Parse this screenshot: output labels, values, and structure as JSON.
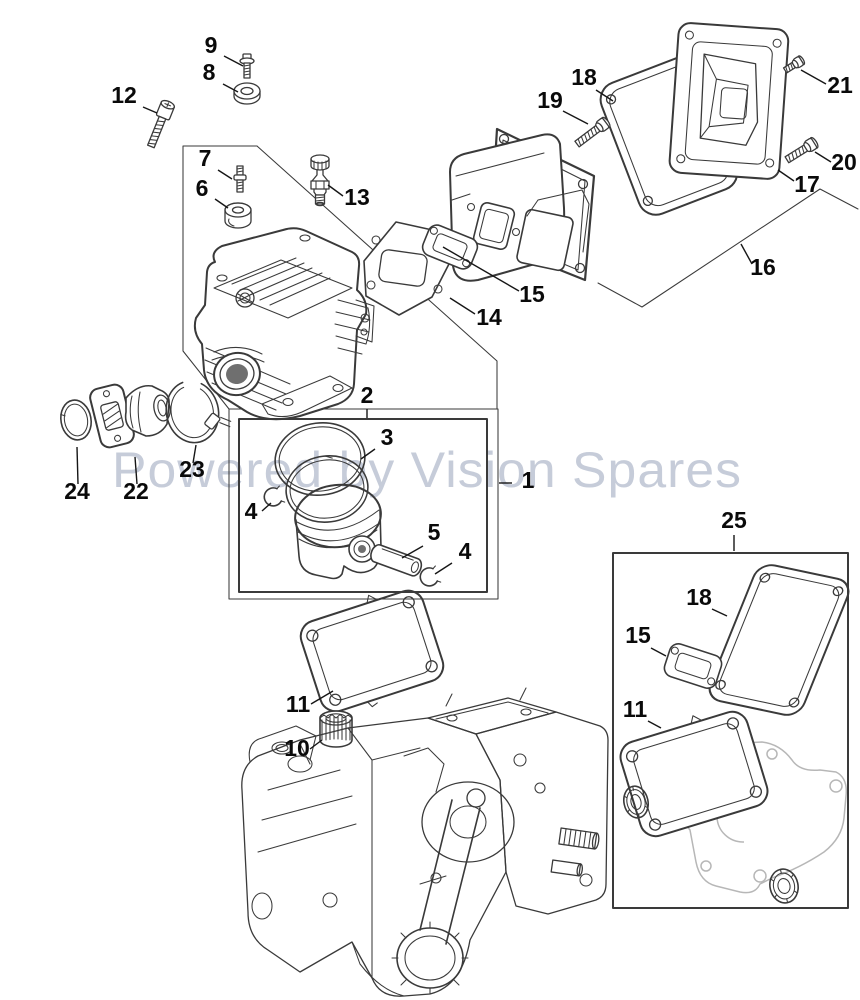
{
  "watermark": {
    "text": "Powered by Vision Spares",
    "color": "#c6ccd9"
  },
  "diagram": {
    "background": "#ffffff",
    "line_color": "#3a3a3a",
    "label_color": "#0a0a0a",
    "pale_gasket_color": "#b7b7b7",
    "callouts": [
      {
        "text": "9"
      },
      {
        "text": "8"
      },
      {
        "text": "12"
      },
      {
        "text": "7"
      },
      {
        "text": "6"
      },
      {
        "text": "13"
      },
      {
        "text": "19"
      },
      {
        "text": "18"
      },
      {
        "text": "21"
      },
      {
        "text": "20"
      },
      {
        "text": "17"
      },
      {
        "text": "16"
      },
      {
        "text": "15"
      },
      {
        "text": "14"
      },
      {
        "text": "2"
      },
      {
        "text": "3"
      },
      {
        "text": "1"
      },
      {
        "text": "4"
      },
      {
        "text": "5"
      },
      {
        "text": "4"
      },
      {
        "text": "23"
      },
      {
        "text": "22"
      },
      {
        "text": "24"
      },
      {
        "text": "25"
      },
      {
        "text": "18"
      },
      {
        "text": "15"
      },
      {
        "text": "11"
      },
      {
        "text": "11"
      },
      {
        "text": "10"
      }
    ]
  }
}
